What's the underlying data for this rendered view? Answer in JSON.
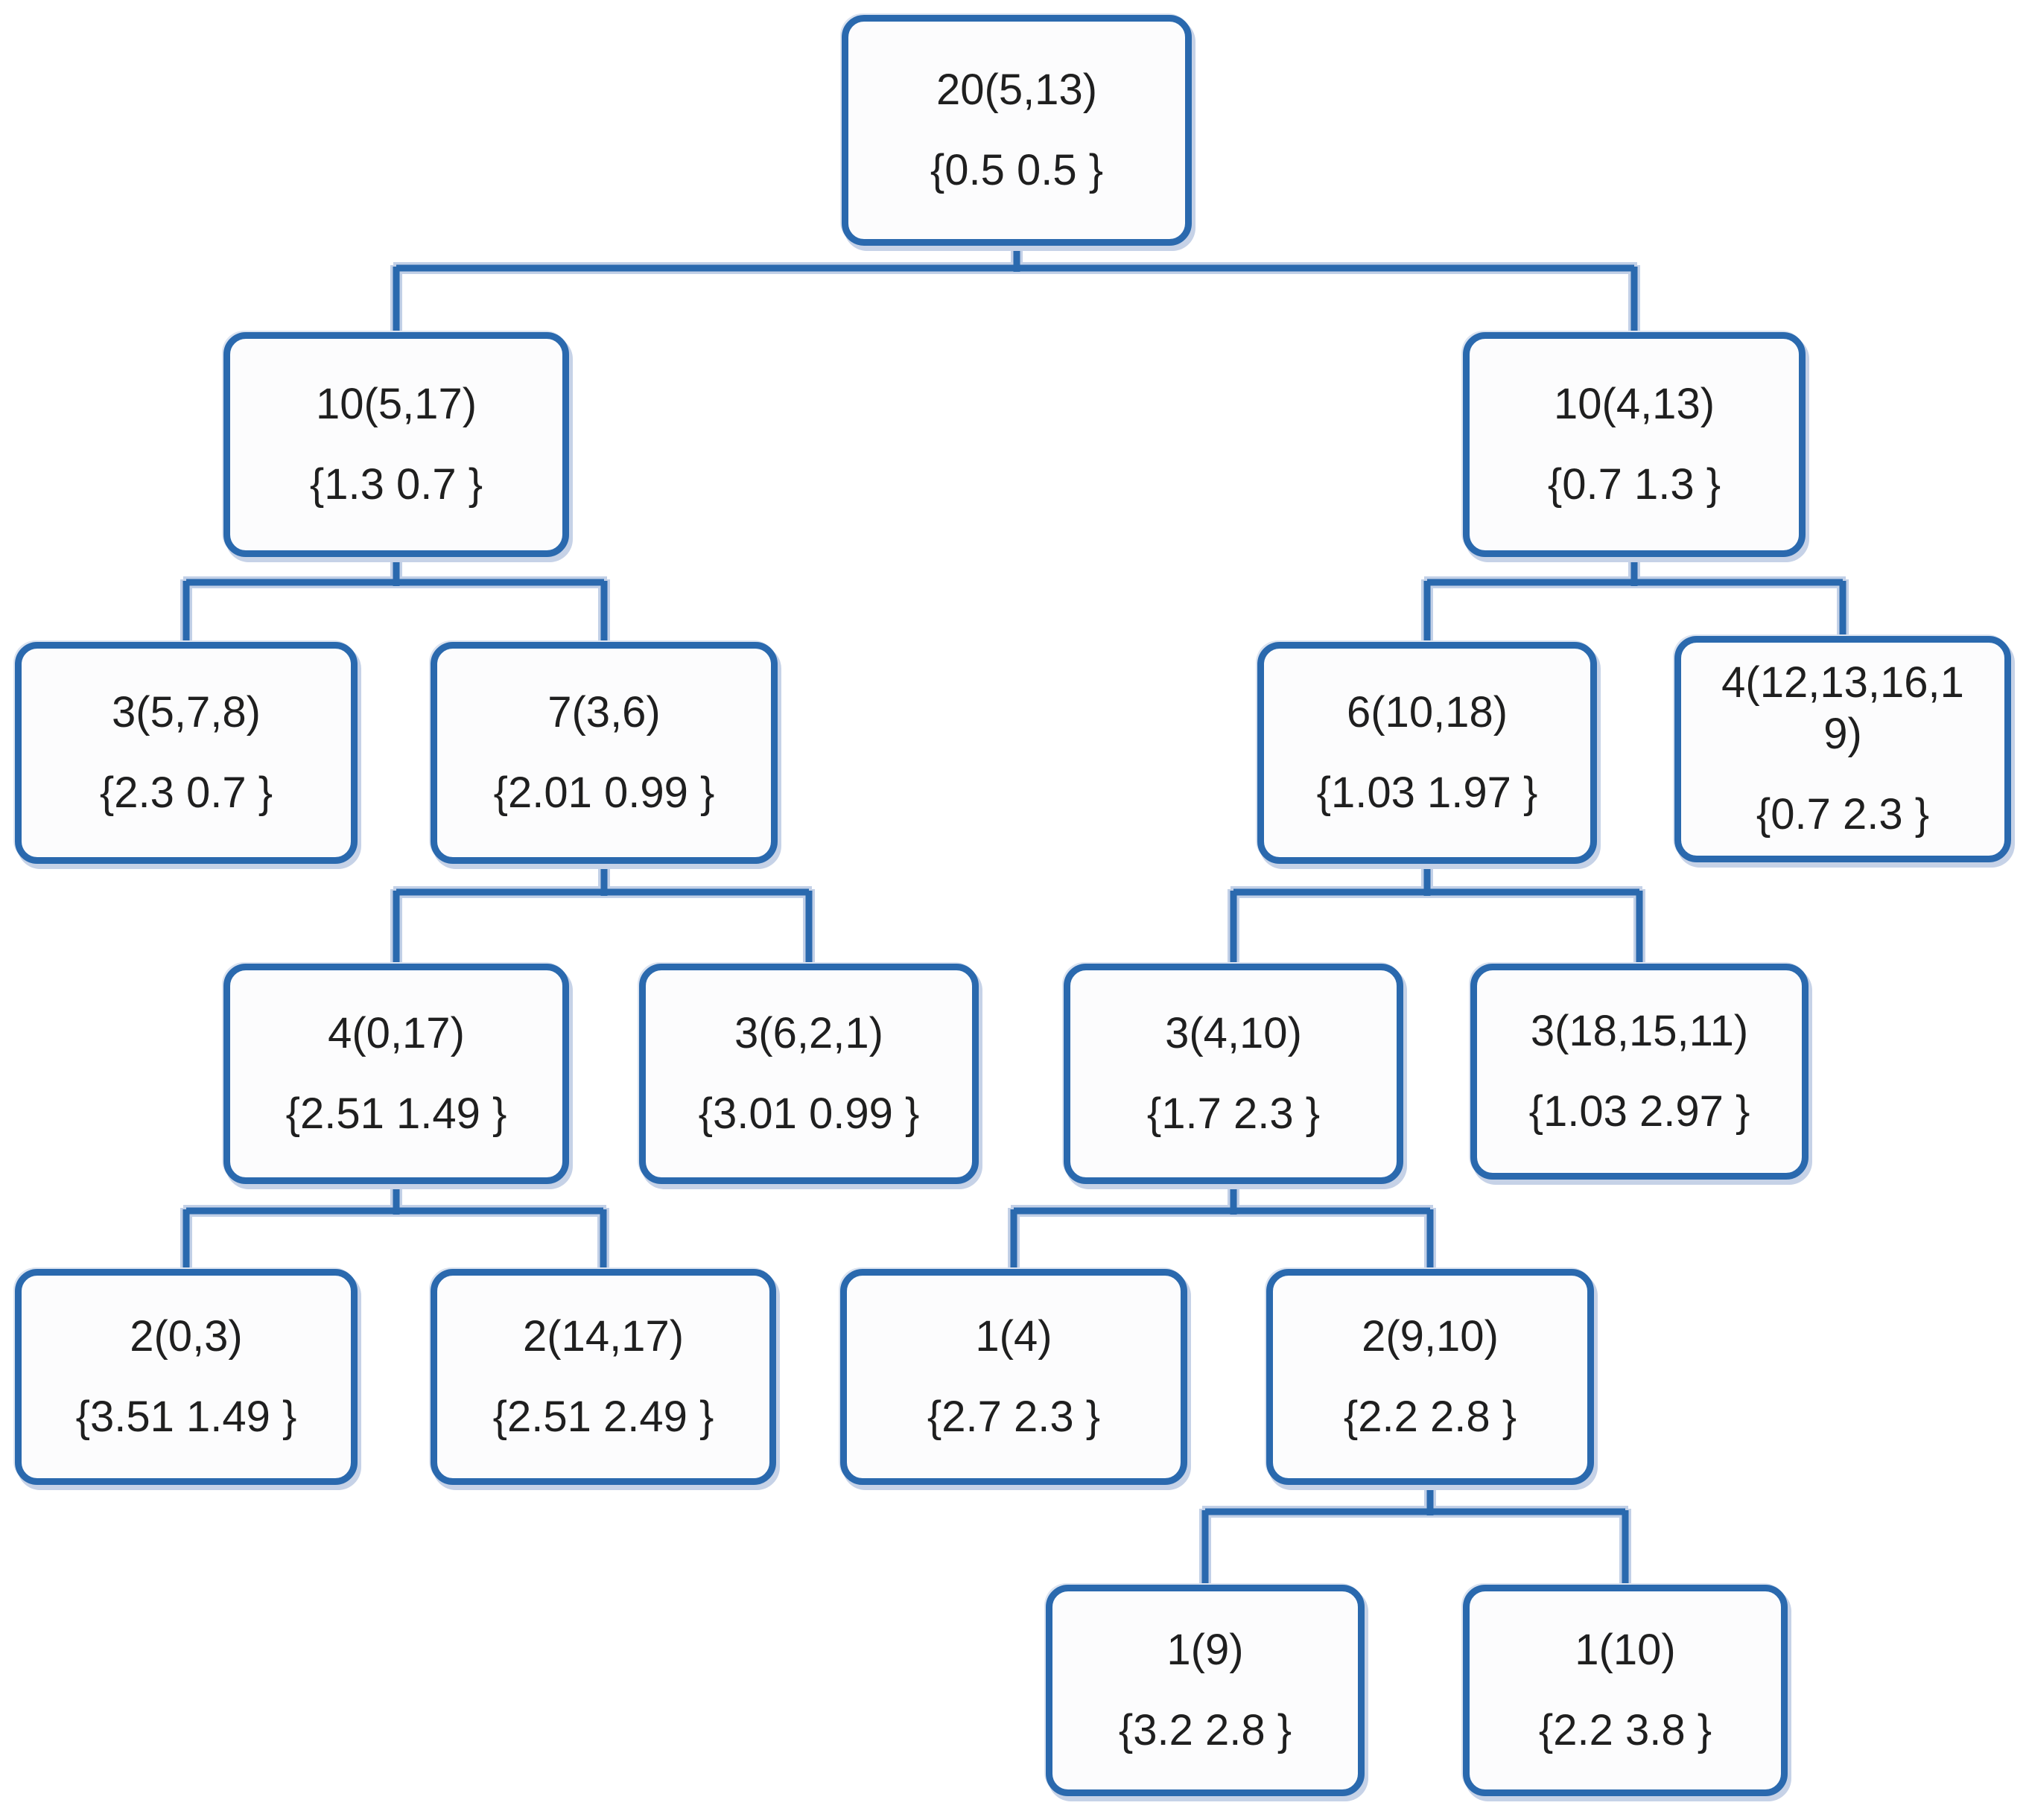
{
  "diagram": {
    "type": "tree",
    "description_colors": {
      "node_border": "#2a69ae",
      "connector": "#2a69ae",
      "connector_highlight": "#c2d0e7",
      "node_fill": "#fcfcfd",
      "text": "#1f1f1f"
    },
    "tree": {
      "nodes": [
        {
          "id": "root",
          "line1": "20(5,13)",
          "line2": "{0.5 0.5 }"
        },
        {
          "id": "n1",
          "line1": "10(5,17)",
          "line2": "{1.3 0.7 }"
        },
        {
          "id": "n2",
          "line1": "10(4,13)",
          "line2": "{0.7 1.3 }"
        },
        {
          "id": "n11",
          "line1": "3(5,7,8)",
          "line2": "{2.3 0.7 }"
        },
        {
          "id": "n12",
          "line1": "7(3,6)",
          "line2": "{2.01 0.99 }"
        },
        {
          "id": "n21",
          "line1": "6(10,18)",
          "line2": "{1.03 1.97 }"
        },
        {
          "id": "n22",
          "line1": "4(12,13,16,19)",
          "line2": "{0.7 2.3 }"
        },
        {
          "id": "n121",
          "line1": "4(0,17)",
          "line2": "{2.51 1.49 }"
        },
        {
          "id": "n122",
          "line1": "3(6,2,1)",
          "line2": "{3.01 0.99 }"
        },
        {
          "id": "n211",
          "line1": "3(4,10)",
          "line2": "{1.7 2.3 }"
        },
        {
          "id": "n212",
          "line1": "3(18,15,11)",
          "line2": "{1.03 2.97 }"
        },
        {
          "id": "n1211",
          "line1": "2(0,3)",
          "line2": "{3.51 1.49 }"
        },
        {
          "id": "n1212",
          "line1": "2(14,17)",
          "line2": "{2.51 2.49 }"
        },
        {
          "id": "n2111",
          "line1": "1(4)",
          "line2": "{2.7 2.3 }"
        },
        {
          "id": "n2112",
          "line1": "2(9,10)",
          "line2": "{2.2 2.8 }"
        },
        {
          "id": "n21121",
          "line1": "1(9)",
          "line2": "{3.2 2.8 }"
        },
        {
          "id": "n21122",
          "line1": "1(10)",
          "line2": "{2.2 3.8 }"
        }
      ],
      "edges": [
        {
          "parent": "20(5,13)",
          "children": [
            "10(5,17)",
            "10(4,13)"
          ]
        },
        {
          "parent": "10(5,17)",
          "children": [
            "3(5,7,8)",
            "7(3,6)"
          ]
        },
        {
          "parent": "10(4,13)",
          "children": [
            "6(10,18)",
            "4(12,13,16,19)"
          ]
        },
        {
          "parent": "7(3,6)",
          "children": [
            "4(0,17)",
            "3(6,2,1)"
          ]
        },
        {
          "parent": "6(10,18)",
          "children": [
            "3(4,10)",
            "3(18,15,11)"
          ]
        },
        {
          "parent": "4(0,17)",
          "children": [
            "2(0,3)",
            "2(14,17)"
          ]
        },
        {
          "parent": "3(4,10)",
          "children": [
            "1(4)",
            "2(9,10)"
          ]
        },
        {
          "parent": "2(9,10)",
          "children": [
            "1(9)",
            "1(10)"
          ]
        }
      ]
    }
  }
}
